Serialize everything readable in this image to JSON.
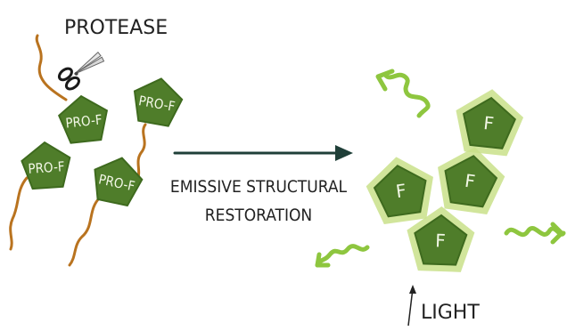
{
  "labels": {
    "protease": "PROTEASE",
    "process_line1": "EMISSIVE STRUCTURAL",
    "process_line2": "RESTORATION",
    "light": "LIGHT"
  },
  "pro_fluorophores": [
    {
      "label": "PRO-F"
    },
    {
      "label": "PRO-F"
    },
    {
      "label": "PRO-F"
    },
    {
      "label": "PRO-F"
    }
  ],
  "active_fluorophores": [
    {
      "label": "F"
    },
    {
      "label": "F"
    },
    {
      "label": "F"
    },
    {
      "label": "F"
    }
  ],
  "colors": {
    "pentagon_fill": "#4f7d2a",
    "pentagon_stroke": "#3e6a1e",
    "glow": "#c9e08a",
    "tail": "#b9731f",
    "arrow": "#1f3f38",
    "wave": "#8ec63f",
    "scissors_handle": "#1a1a1a"
  },
  "icons": [
    "scissors-icon",
    "reaction-arrow-icon",
    "light-arrow-icon",
    "emission-wave-icon"
  ]
}
